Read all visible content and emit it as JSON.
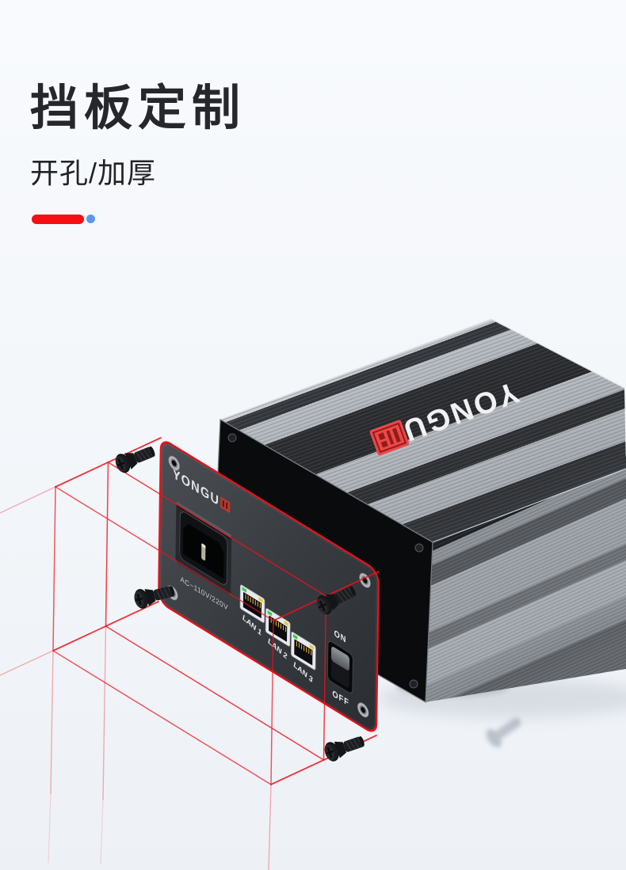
{
  "header": {
    "title": "挡板定制",
    "subtitle": "开孔/加厚"
  },
  "colors": {
    "accent_red": "#f50f14",
    "accent_blue": "#5f96e8",
    "wireframe_red": "#ee1118",
    "seal_red": "#ef4747",
    "panel_badge_red": "#b8392e"
  },
  "product": {
    "brand": "YONGU",
    "panel": {
      "brand": "YONGU",
      "power_label": "AC~110V/220V",
      "lan_ports": [
        "LAN 1",
        "LAN 2",
        "LAN 3"
      ],
      "switch_on_label": "ON",
      "switch_off_label": "OFF"
    }
  }
}
